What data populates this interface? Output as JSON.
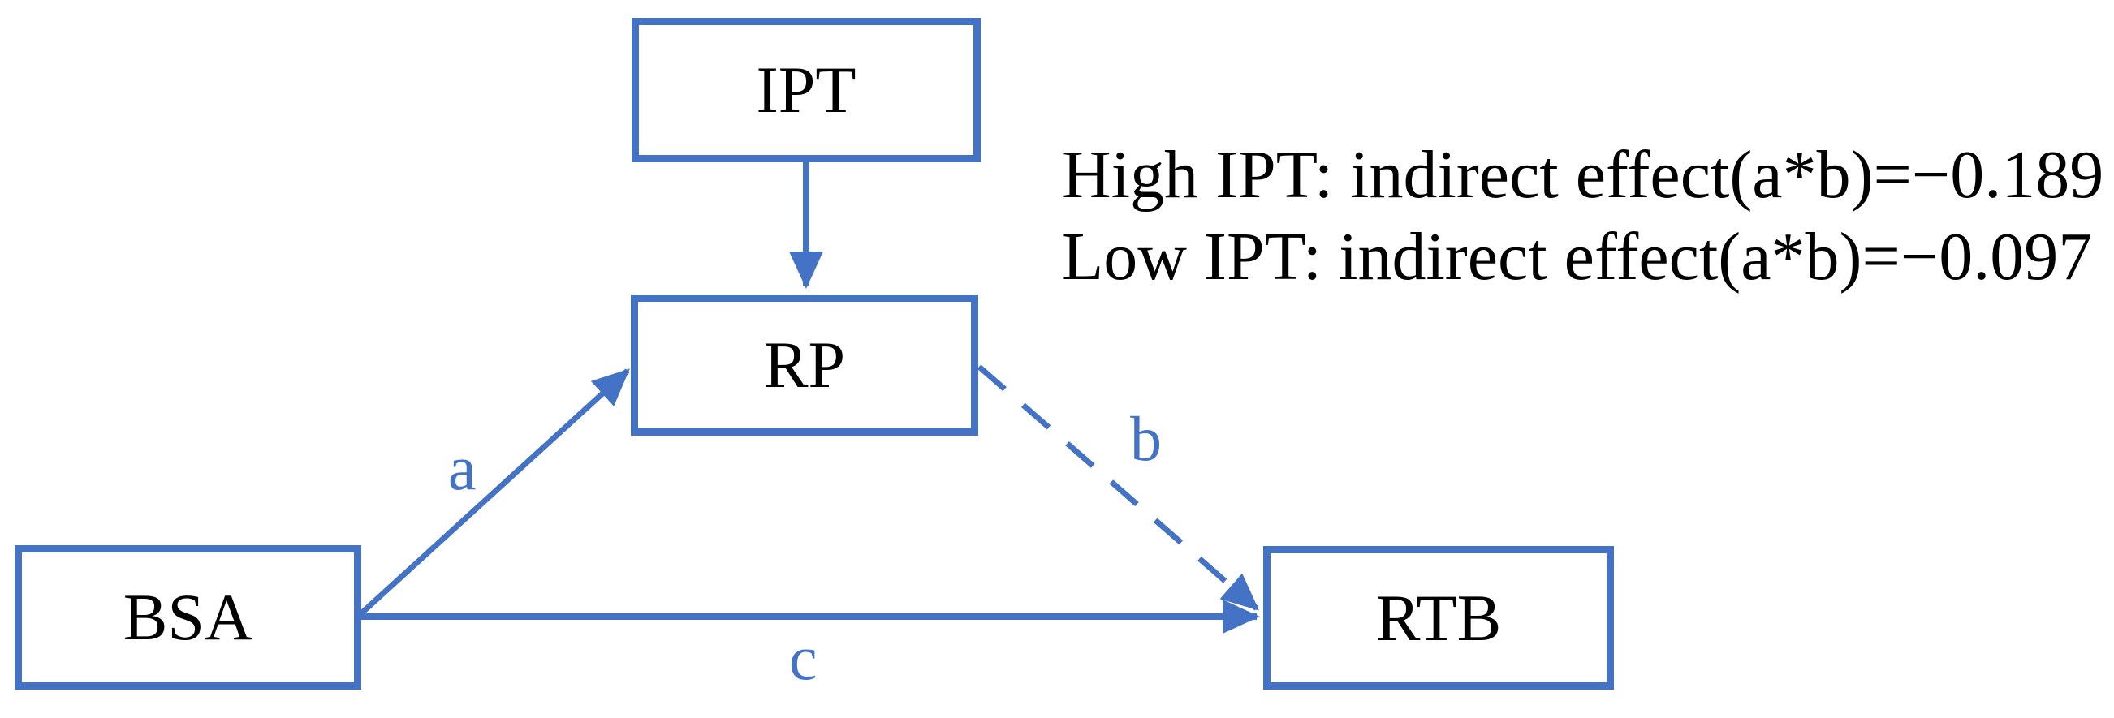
{
  "diagram": {
    "type": "moderated-mediation-path-model",
    "accent_color": "#4472C4",
    "text_color": "#000000",
    "nodes": {
      "ipt": "IPT",
      "rp": "RP",
      "bsa": "BSA",
      "rtb": "RTB"
    },
    "paths": {
      "a": {
        "label": "a",
        "from": "BSA",
        "to": "RP",
        "style": "solid"
      },
      "b": {
        "label": "b",
        "from": "RP",
        "to": "RTB",
        "style": "dashed"
      },
      "c": {
        "label": "c",
        "from": "BSA",
        "to": "RTB",
        "style": "solid"
      },
      "moderation": {
        "from": "IPT",
        "to": "RP",
        "style": "solid"
      }
    },
    "annotation": {
      "line1": "High IPT: indirect effect(a*b)=−0.189",
      "line2": "Low IPT: indirect effect(a*b)=−0.097"
    }
  }
}
